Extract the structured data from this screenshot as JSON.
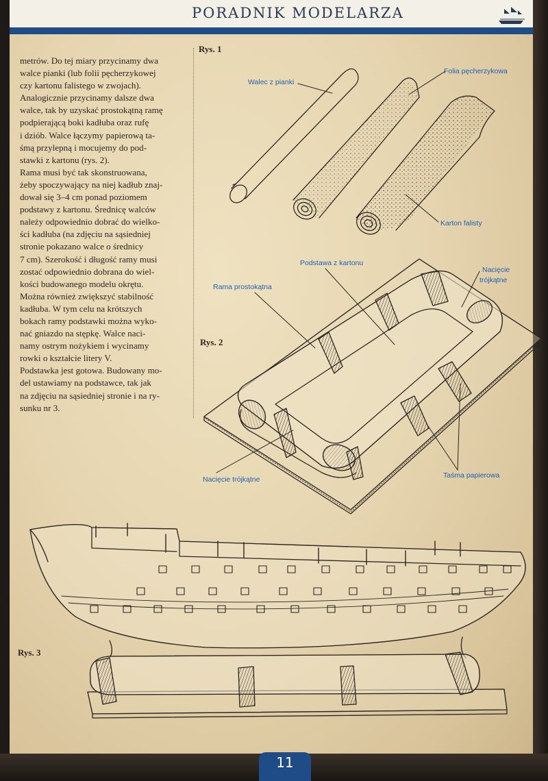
{
  "header": {
    "title": "PORADNIK MODELARZA"
  },
  "body_lines": [
    "metrów. Do tej miary przycinamy dwa",
    "walce pianki (lub folii pęcherzykowej",
    "czy kartonu falistego w zwojach).",
    "Analogicznie przycinamy dalsze dwa",
    "walce, tak by uzyskać prostokątną ramę",
    "podpierającą boki kadłuba oraz rufę",
    "i dziób. Walce łączymy papierową ta-",
    "śmą przylepną i mocujemy do pod-",
    "stawki z kartonu (rys. 2).",
    "Rama musi być tak skonstruowana,",
    "żeby spoczywający na niej kadłub znaj-",
    "dował się 3–4 cm ponad poziomem",
    "podstawy z kartonu. Średnicę walców",
    "należy odpowiednio dobrać do wielko-",
    "ści kadłuba (na zdjęciu na sąsiedniej",
    "stronie pokazano walce o średnicy",
    "7 cm). Szerokość i długość ramy musi",
    "zostać odpowiednio dobrana do wiel-",
    "kości budowanego modelu okrętu.",
    "Można również zwiększyć stabilność",
    "kadłuba. W tym celu na krótszych",
    "bokach ramy podstawki można wyko-",
    "nać gniazdo na stępkę. Walce naci-",
    "namy ostrym nożykiem i wycinamy",
    "rowki o kształcie litery V.",
    "Podstawka jest gotowa. Budowany mo-",
    "del ustawiamy na podstawce, tak jak",
    "na zdjęciu na sąsiedniej stronie i na ry-",
    "sunku nr 3."
  ],
  "figures": {
    "rys1": {
      "title": "Rys. 1",
      "labels": {
        "walec": "Walec z pianki",
        "folia": "Folia pęcherzykowa",
        "karton": "Karton falisty"
      }
    },
    "rys2": {
      "title": "Rys. 2",
      "labels": {
        "podstawa": "Podstawa z kartonu",
        "rama": "Rama prostokątna",
        "naciecie_top_1": "Nacięcie",
        "naciecie_top_2": "trójkątne",
        "naciecie_bottom": "Nacięcie trójkątne",
        "tasma": "Taśma papierowa"
      }
    },
    "rys3": {
      "title": "Rys. 3"
    }
  },
  "footer": {
    "page_number": "11"
  },
  "colors": {
    "accent": "#1f4b86",
    "label": "#1f60b3",
    "paper": "#e8d8b4",
    "ink": "#2b2622"
  }
}
